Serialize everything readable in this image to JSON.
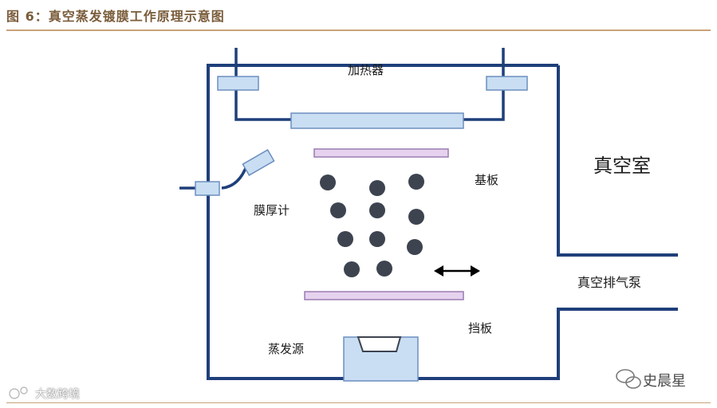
{
  "header": {
    "title": "图 6：真空蒸发镀膜工作原理示意图"
  },
  "diagram": {
    "labels": {
      "heater": "加热器",
      "vacuum_chamber": "真空室",
      "substrate": "基板",
      "thickness_gauge": "膜厚计",
      "vacuum_pump": "真空排气泵",
      "shutter": "挡板",
      "evaporation_source": "蒸发源"
    },
    "colors": {
      "chamber_line": "#1f3f7a",
      "block_fill": "#c9def3",
      "block_stroke": "#6c8fbf",
      "plate_fill": "#e6d2ee",
      "plate_stroke": "#9c7bb0",
      "particle": "#3d4450",
      "header_rule": "#c9a27a"
    }
  },
  "footer": {
    "watermark_left": "大数跨境",
    "watermark_right": "史晨星"
  }
}
